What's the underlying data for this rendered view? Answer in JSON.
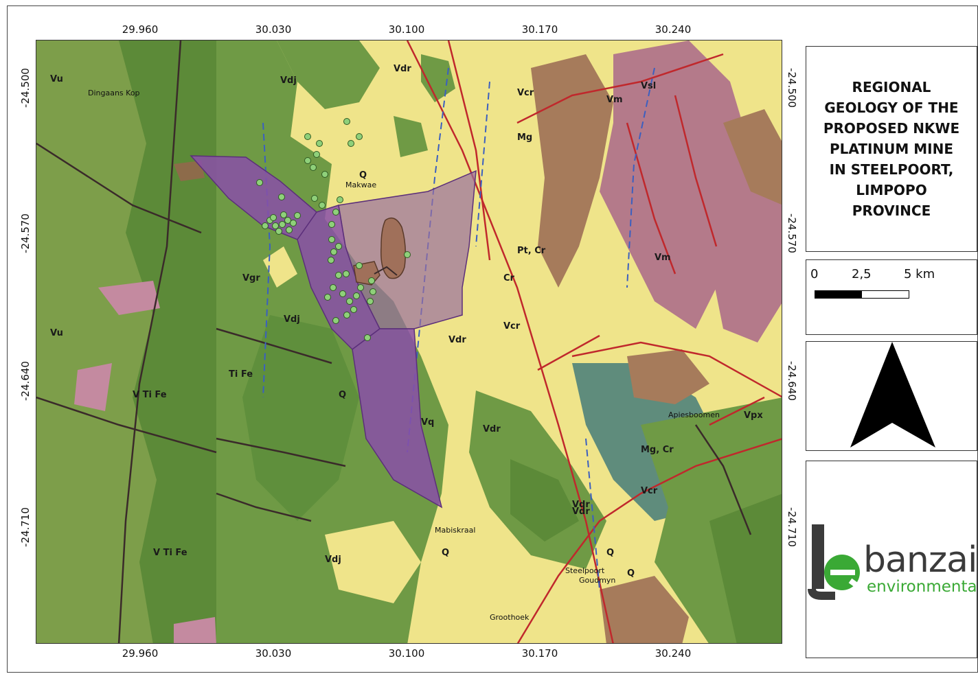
{
  "map": {
    "x_ticks": [
      "29.960",
      "30.030",
      "30.100",
      "30.170",
      "30.240"
    ],
    "y_ticks": [
      "-24.500",
      "-24.570",
      "-24.640",
      "-24.710"
    ],
    "map_labels": [
      "Vdj",
      "Vdr",
      "Q",
      "Vgr",
      "Vcr",
      "Vm",
      "Vsl",
      "Vu",
      "Vq",
      "Vpx",
      "Vdj",
      "Vdr",
      "Q",
      "Vcr",
      "Vdr",
      "Q",
      "Vm",
      "Vcr",
      "Vdj",
      "Q",
      "Vdr",
      "Vu",
      "V Ti Fe",
      "Ti Fe",
      "Cr",
      "Pt, Cr",
      "V Ti Fe",
      "Mg",
      "Mg, Cr",
      "Vdr",
      "Q"
    ],
    "place_labels": [
      "Steelpoort",
      "Mabiskraal",
      "Apiesboomen",
      "Goudmyn",
      "Groothoek",
      "Dingaans Kop",
      "Makwae"
    ],
    "colors": {
      "basement": "#7d9e4a",
      "norite_dark": "#5c8a38",
      "gabbro": "#6f9a45",
      "alluvium": "#efe48a",
      "granite": "#a67b5b",
      "pink_intrusive": "#b47a8a",
      "blue_green": "#5f8c7c",
      "project_area": "#8a4fa8",
      "mine_site": "#a0705a",
      "borehole": "#8fd07a",
      "fault": "#c0282c"
    }
  },
  "title": {
    "lines": [
      "REGIONAL",
      "GEOLOGY OF THE",
      "PROPOSED NKWE",
      "PLATINUM MINE",
      "IN STEELPOORT,",
      "LIMPOPO",
      "PROVINCE"
    ]
  },
  "scale": {
    "labels": [
      "0",
      "2,5",
      "5 km"
    ]
  },
  "north": {
    "icon": "north-arrow-icon"
  },
  "logo": {
    "word": "banzai",
    "sub": "environmental",
    "brand_dark": "#3b3b3b",
    "brand_green": "#3aa935"
  }
}
